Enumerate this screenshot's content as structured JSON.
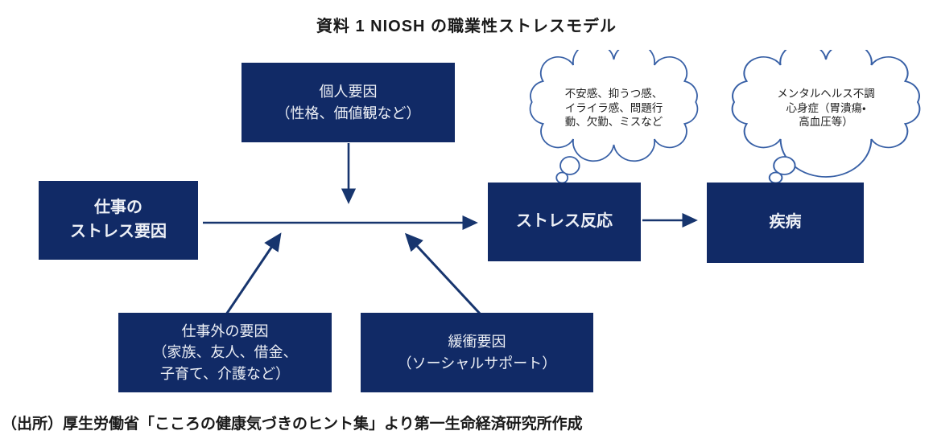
{
  "title": "資料 1  NIOSH の職業性ストレスモデル",
  "colors": {
    "box_fill": "#112a66",
    "box_text": "#edf0f6",
    "arrow": "#17356e",
    "cloud_outline": "#3860a6",
    "ink": "#1a1a1a"
  },
  "boxes": {
    "personal": {
      "lines": [
        "個人要因",
        "（性格、価値観など）"
      ]
    },
    "job_stressors": {
      "lines": [
        "仕事の",
        "ストレス要因"
      ]
    },
    "stress_response": {
      "label": "ストレス反応"
    },
    "disease": {
      "label": "疾病"
    },
    "non_work": {
      "lines": [
        "仕事外の要因",
        "（家族、友人、借金、",
        "子育て、介護など）"
      ]
    },
    "buffer": {
      "lines": [
        "緩衝要因",
        "（ソーシャルサポート）"
      ]
    }
  },
  "clouds": {
    "stress_reactions": {
      "lines": [
        "不安感、抑うつ感、",
        "イライラ感、問題行",
        "動、欠勤、ミスなど"
      ]
    },
    "illness": {
      "lines": [
        "メンタルヘルス不調",
        "心身症（胃潰瘍・",
        "高血圧等）"
      ]
    }
  },
  "caption": "（出所）厚生労働省「こころの健康気づきのヒント集」より第一生命経済研究所作成"
}
